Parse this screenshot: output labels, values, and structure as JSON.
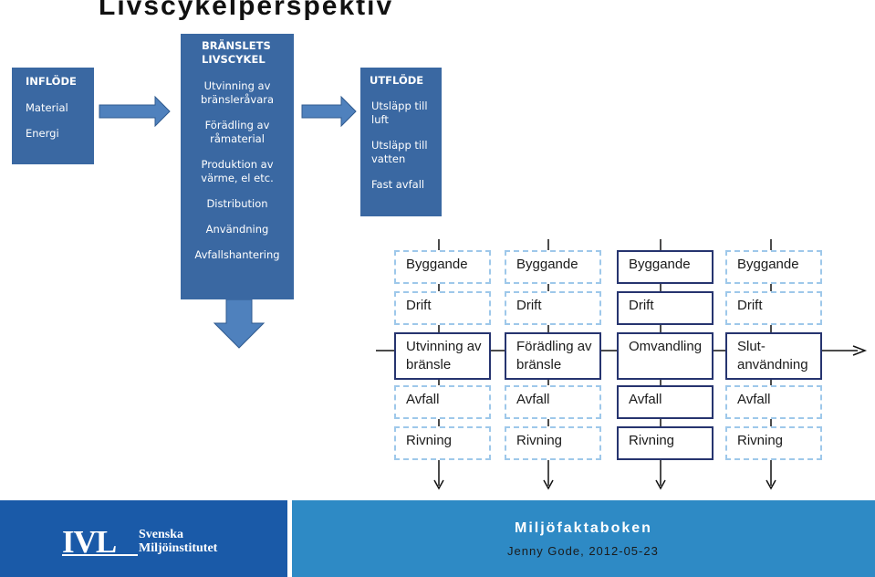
{
  "title": "Livscykelperspektiv",
  "inflode": {
    "header": "INFLÖDE",
    "items": [
      "Material",
      "Energi"
    ]
  },
  "bransle": {
    "header": [
      "BRÄNSLETS",
      "LIVSCYKEL"
    ],
    "items": [
      "Utvinning av",
      "bränsleråvara",
      "Förädling av",
      "råmaterial",
      "Produktion av",
      "värme, el etc.",
      "Distribution",
      "Användning",
      "Avfallshantering"
    ]
  },
  "utflode": {
    "header": "UTFLÖDE",
    "items": [
      "Utsläpp till",
      "luft",
      "Utsläpp till",
      "vatten",
      "Fast avfall"
    ]
  },
  "stages": [
    {
      "cells": [
        {
          "l1": "Byggande",
          "l2": "",
          "style": "dash"
        },
        {
          "l1": "Drift",
          "l2": "",
          "style": "dash"
        },
        {
          "l1": "Utvinning av",
          "l2": "bränsle",
          "style": "solid"
        },
        {
          "l1": "Avfall",
          "l2": "",
          "style": "dash"
        },
        {
          "l1": "Rivning",
          "l2": "",
          "style": "dash"
        }
      ]
    },
    {
      "cells": [
        {
          "l1": "Byggande",
          "l2": "",
          "style": "dash"
        },
        {
          "l1": "Drift",
          "l2": "",
          "style": "dash"
        },
        {
          "l1": "Förädling av",
          "l2": "bränsle",
          "style": "solid"
        },
        {
          "l1": "Avfall",
          "l2": "",
          "style": "dash"
        },
        {
          "l1": "Rivning",
          "l2": "",
          "style": "dash"
        }
      ]
    },
    {
      "cells": [
        {
          "l1": "Byggande",
          "l2": "",
          "style": "solid"
        },
        {
          "l1": "Drift",
          "l2": "",
          "style": "solid"
        },
        {
          "l1": "Omvandling",
          "l2": "",
          "style": "solid"
        },
        {
          "l1": "Avfall",
          "l2": "",
          "style": "solid"
        },
        {
          "l1": "Rivning",
          "l2": "",
          "style": "solid"
        }
      ]
    },
    {
      "cells": [
        {
          "l1": "Byggande",
          "l2": "",
          "style": "dash"
        },
        {
          "l1": "Drift",
          "l2": "",
          "style": "dash"
        },
        {
          "l1": "Slut-",
          "l2": "användning",
          "style": "solid"
        },
        {
          "l1": "Avfall",
          "l2": "",
          "style": "dash"
        },
        {
          "l1": "Rivning",
          "l2": "",
          "style": "dash"
        }
      ]
    }
  ],
  "footer": {
    "logo": {
      "mark": "IVL",
      "line1": "Svenska",
      "line2": "Miljöinstitutet"
    },
    "title": "Miljöfaktaboken",
    "subtitle": "Jenny Gode, 2012-05-23"
  },
  "colors": {
    "box_blue": "#3a68a2",
    "arrow_blue": "#4f81bd",
    "footer_dark": "#1a5aa8",
    "footer_light": "#2e8ac5",
    "dash_border": "#9ec8ea",
    "solid_border": "#26346f"
  }
}
